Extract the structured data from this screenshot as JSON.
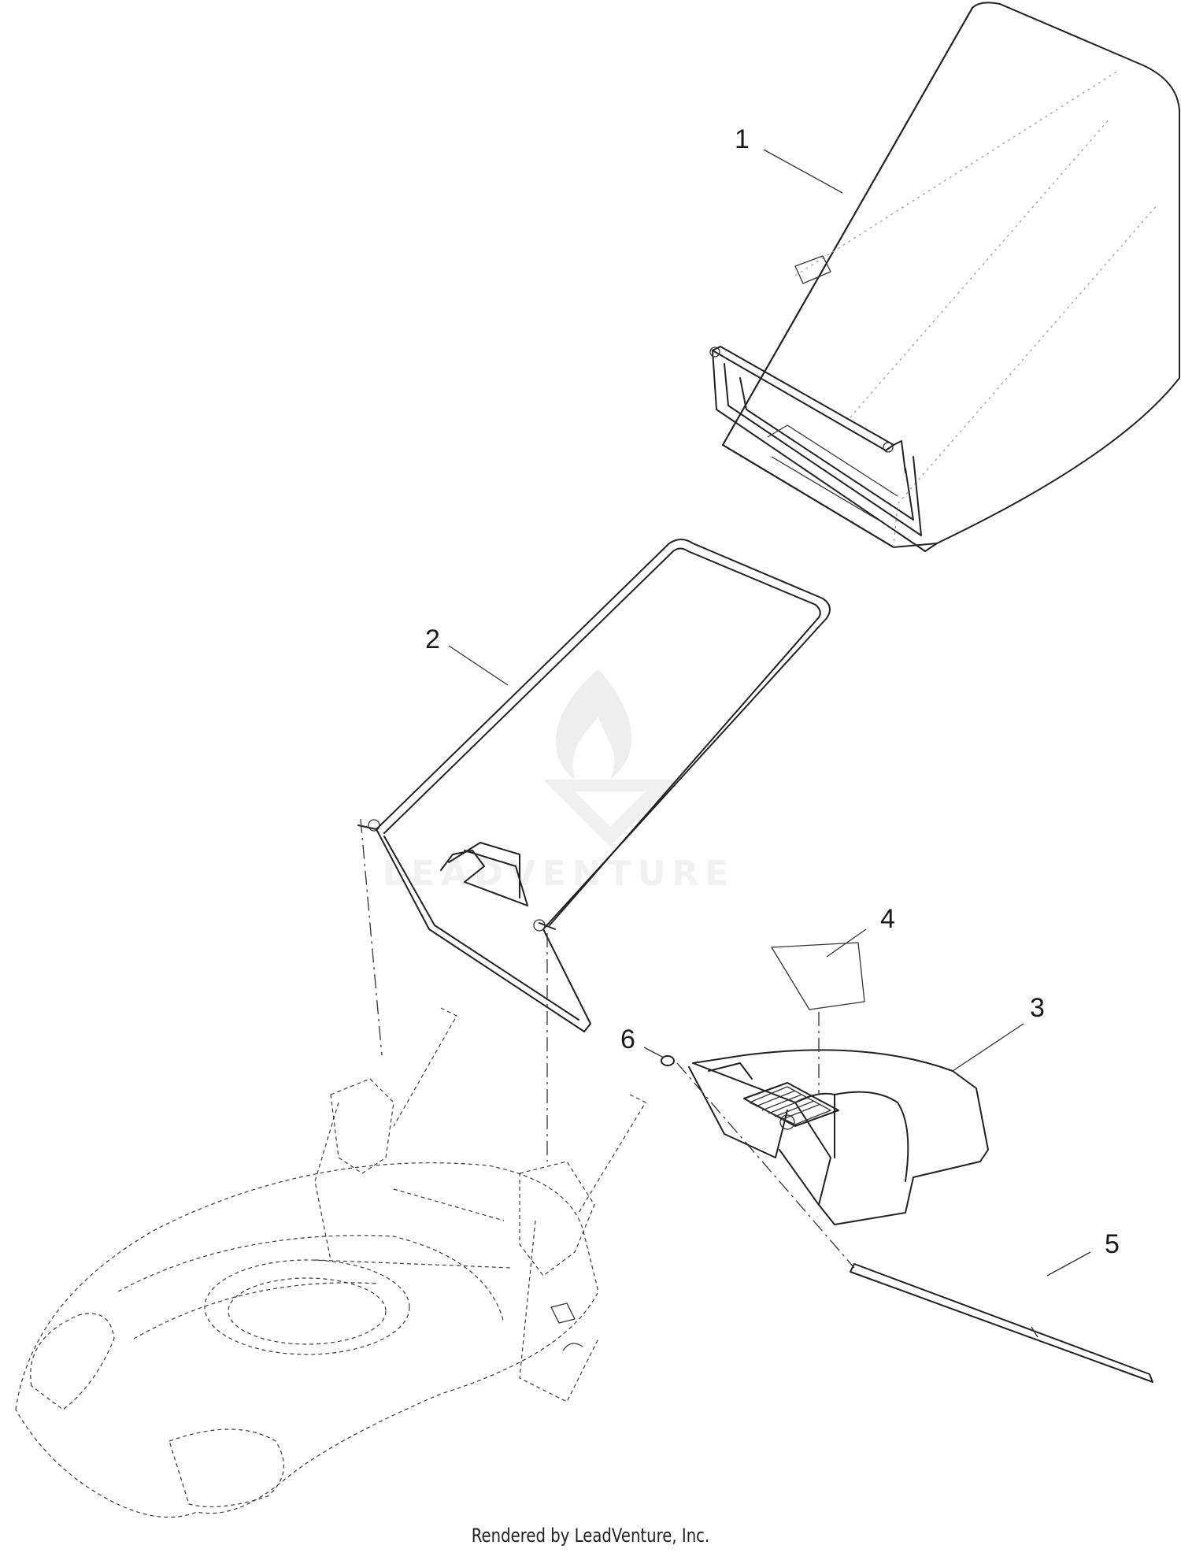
{
  "callouts": [
    {
      "id": "1",
      "label": "1"
    },
    {
      "id": "2",
      "label": "2"
    },
    {
      "id": "3",
      "label": "3"
    },
    {
      "id": "4",
      "label": "4"
    },
    {
      "id": "5",
      "label": "5"
    },
    {
      "id": "6",
      "label": "6"
    }
  ],
  "watermark": {
    "text": "LEADVENTURE"
  },
  "footer": {
    "credit": "Rendered by LeadVenture, Inc."
  }
}
